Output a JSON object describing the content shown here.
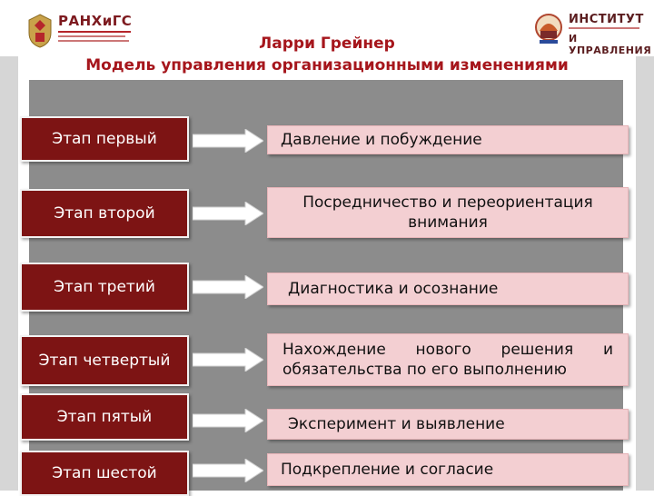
{
  "header": {
    "left_logo_text": "РАНХиГС",
    "right_logo_line1": "ИНСТИТУТ",
    "right_logo_line2": "И УПРАВЛЕНИЯ",
    "title": "Ларри Грейнер",
    "subtitle": "Модель управления организационными изменениями"
  },
  "stages": [
    {
      "label": "Этап первый",
      "description": "Давление и побуждение"
    },
    {
      "label": "Этап второй",
      "description": "Посредничество и переориентация внимания"
    },
    {
      "label": "Этап третий",
      "description": "Диагностика и осознание"
    },
    {
      "label": "Этап четвертый",
      "description": "Нахождение нового решения и обязательства по его выполнению"
    },
    {
      "label": "Этап пятый",
      "description": "Эксперимент и выявление"
    },
    {
      "label": "Этап шестой",
      "description": "Подкрепление и согласие"
    }
  ],
  "colors": {
    "stage_box": "#7d1414",
    "description_box": "#f3cfd2",
    "title_text": "#a6161c",
    "panel": "#8c8c8c"
  }
}
